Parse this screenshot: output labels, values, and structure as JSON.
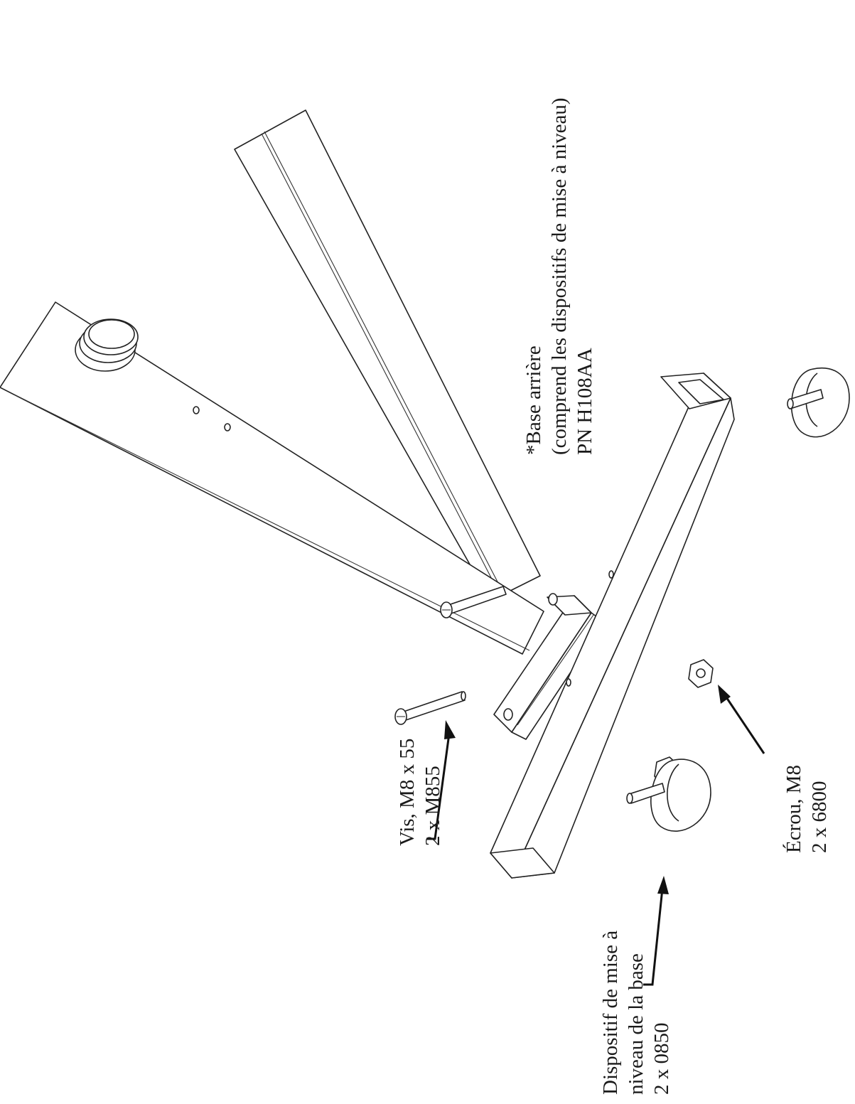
{
  "callouts": {
    "rear_base": {
      "line1": "*Base arrière",
      "line2": "(comprend les dispositifs de mise à niveau)",
      "line3": "PN H108AA"
    },
    "screw": {
      "line1": "Vis, M8 x 55",
      "line2": "2 x M855"
    },
    "nut": {
      "line1": "Écrou, M8",
      "line2": "2 x 6800"
    },
    "leveler": {
      "line1": "Dispositif de mise à",
      "line2": "niveau de la base",
      "line3": "2 x 0850"
    }
  }
}
